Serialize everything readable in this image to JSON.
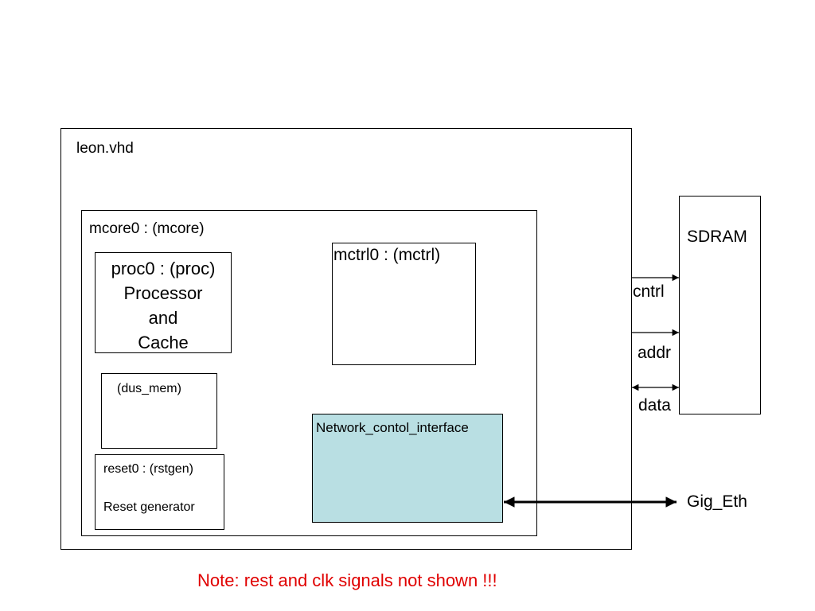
{
  "leon": {
    "title": "leon.vhd"
  },
  "mcore": {
    "title": "mcore0 : (mcore)"
  },
  "proc": {
    "lines": [
      "proc0 : (proc)",
      "Processor",
      "and",
      "Cache"
    ]
  },
  "dus_mem": {
    "title": "(dus_mem)"
  },
  "reset": {
    "line1": "reset0 : (rstgen)",
    "line2": "Reset generator"
  },
  "mctrl": {
    "title": "mctrl0 : (mctrl)"
  },
  "network": {
    "title": "Network_contol_interface",
    "fill": "#b9dfe3"
  },
  "sdram": {
    "title": "SDRAM"
  },
  "signals": {
    "cntrl": "cntrl",
    "addr": "addr",
    "data": "data",
    "gig_eth": "Gig_Eth"
  },
  "note": {
    "text": "Note: rest and clk signals not shown !!!",
    "color": "#e00000"
  }
}
